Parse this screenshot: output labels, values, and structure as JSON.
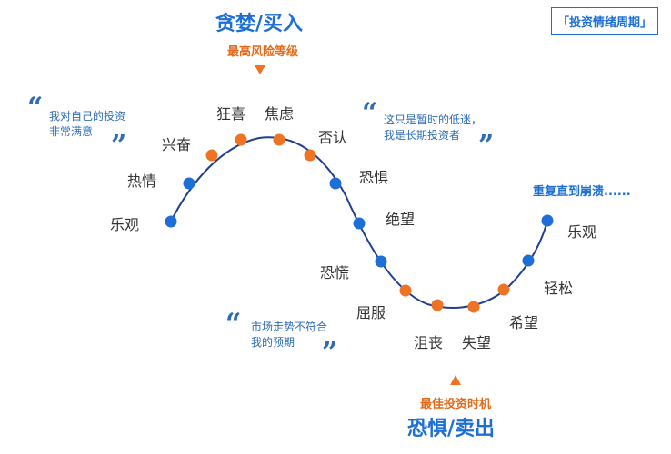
{
  "title": "「投资情绪周期」",
  "top": {
    "main": "贪婪/买入",
    "sub": "最高风险等级"
  },
  "bottom": {
    "sub": "最佳投资时机",
    "main": "恐惧/卖出"
  },
  "repeat_note": "重复直到崩溃......",
  "quotes": [
    {
      "line1": "我对自己的投资",
      "line2": "非常满意"
    },
    {
      "line1": "这只是暂时的低迷，",
      "line2": "我是长期投资者"
    },
    {
      "line1": "市场走势不符合",
      "line2": "我的预期"
    }
  ],
  "stages": [
    {
      "label": "乐观",
      "color": "blue"
    },
    {
      "label": "热情",
      "color": "blue"
    },
    {
      "label": "兴奋",
      "color": "orange"
    },
    {
      "label": "狂喜",
      "color": "orange"
    },
    {
      "label": "焦虑",
      "color": "orange"
    },
    {
      "label": "否认",
      "color": "orange"
    },
    {
      "label": "恐惧",
      "color": "blue"
    },
    {
      "label": "绝望",
      "color": "blue"
    },
    {
      "label": "恐慌",
      "color": "blue"
    },
    {
      "label": "屈服",
      "color": "orange"
    },
    {
      "label": "沮丧",
      "color": "orange"
    },
    {
      "label": "失望",
      "color": "orange"
    },
    {
      "label": "希望",
      "color": "orange"
    },
    {
      "label": "轻松",
      "color": "blue"
    },
    {
      "label": "乐观",
      "color": "blue"
    }
  ],
  "colors": {
    "blue": "#1d6fd6",
    "orange": "#ee7424",
    "line": "#1f3f8f"
  }
}
